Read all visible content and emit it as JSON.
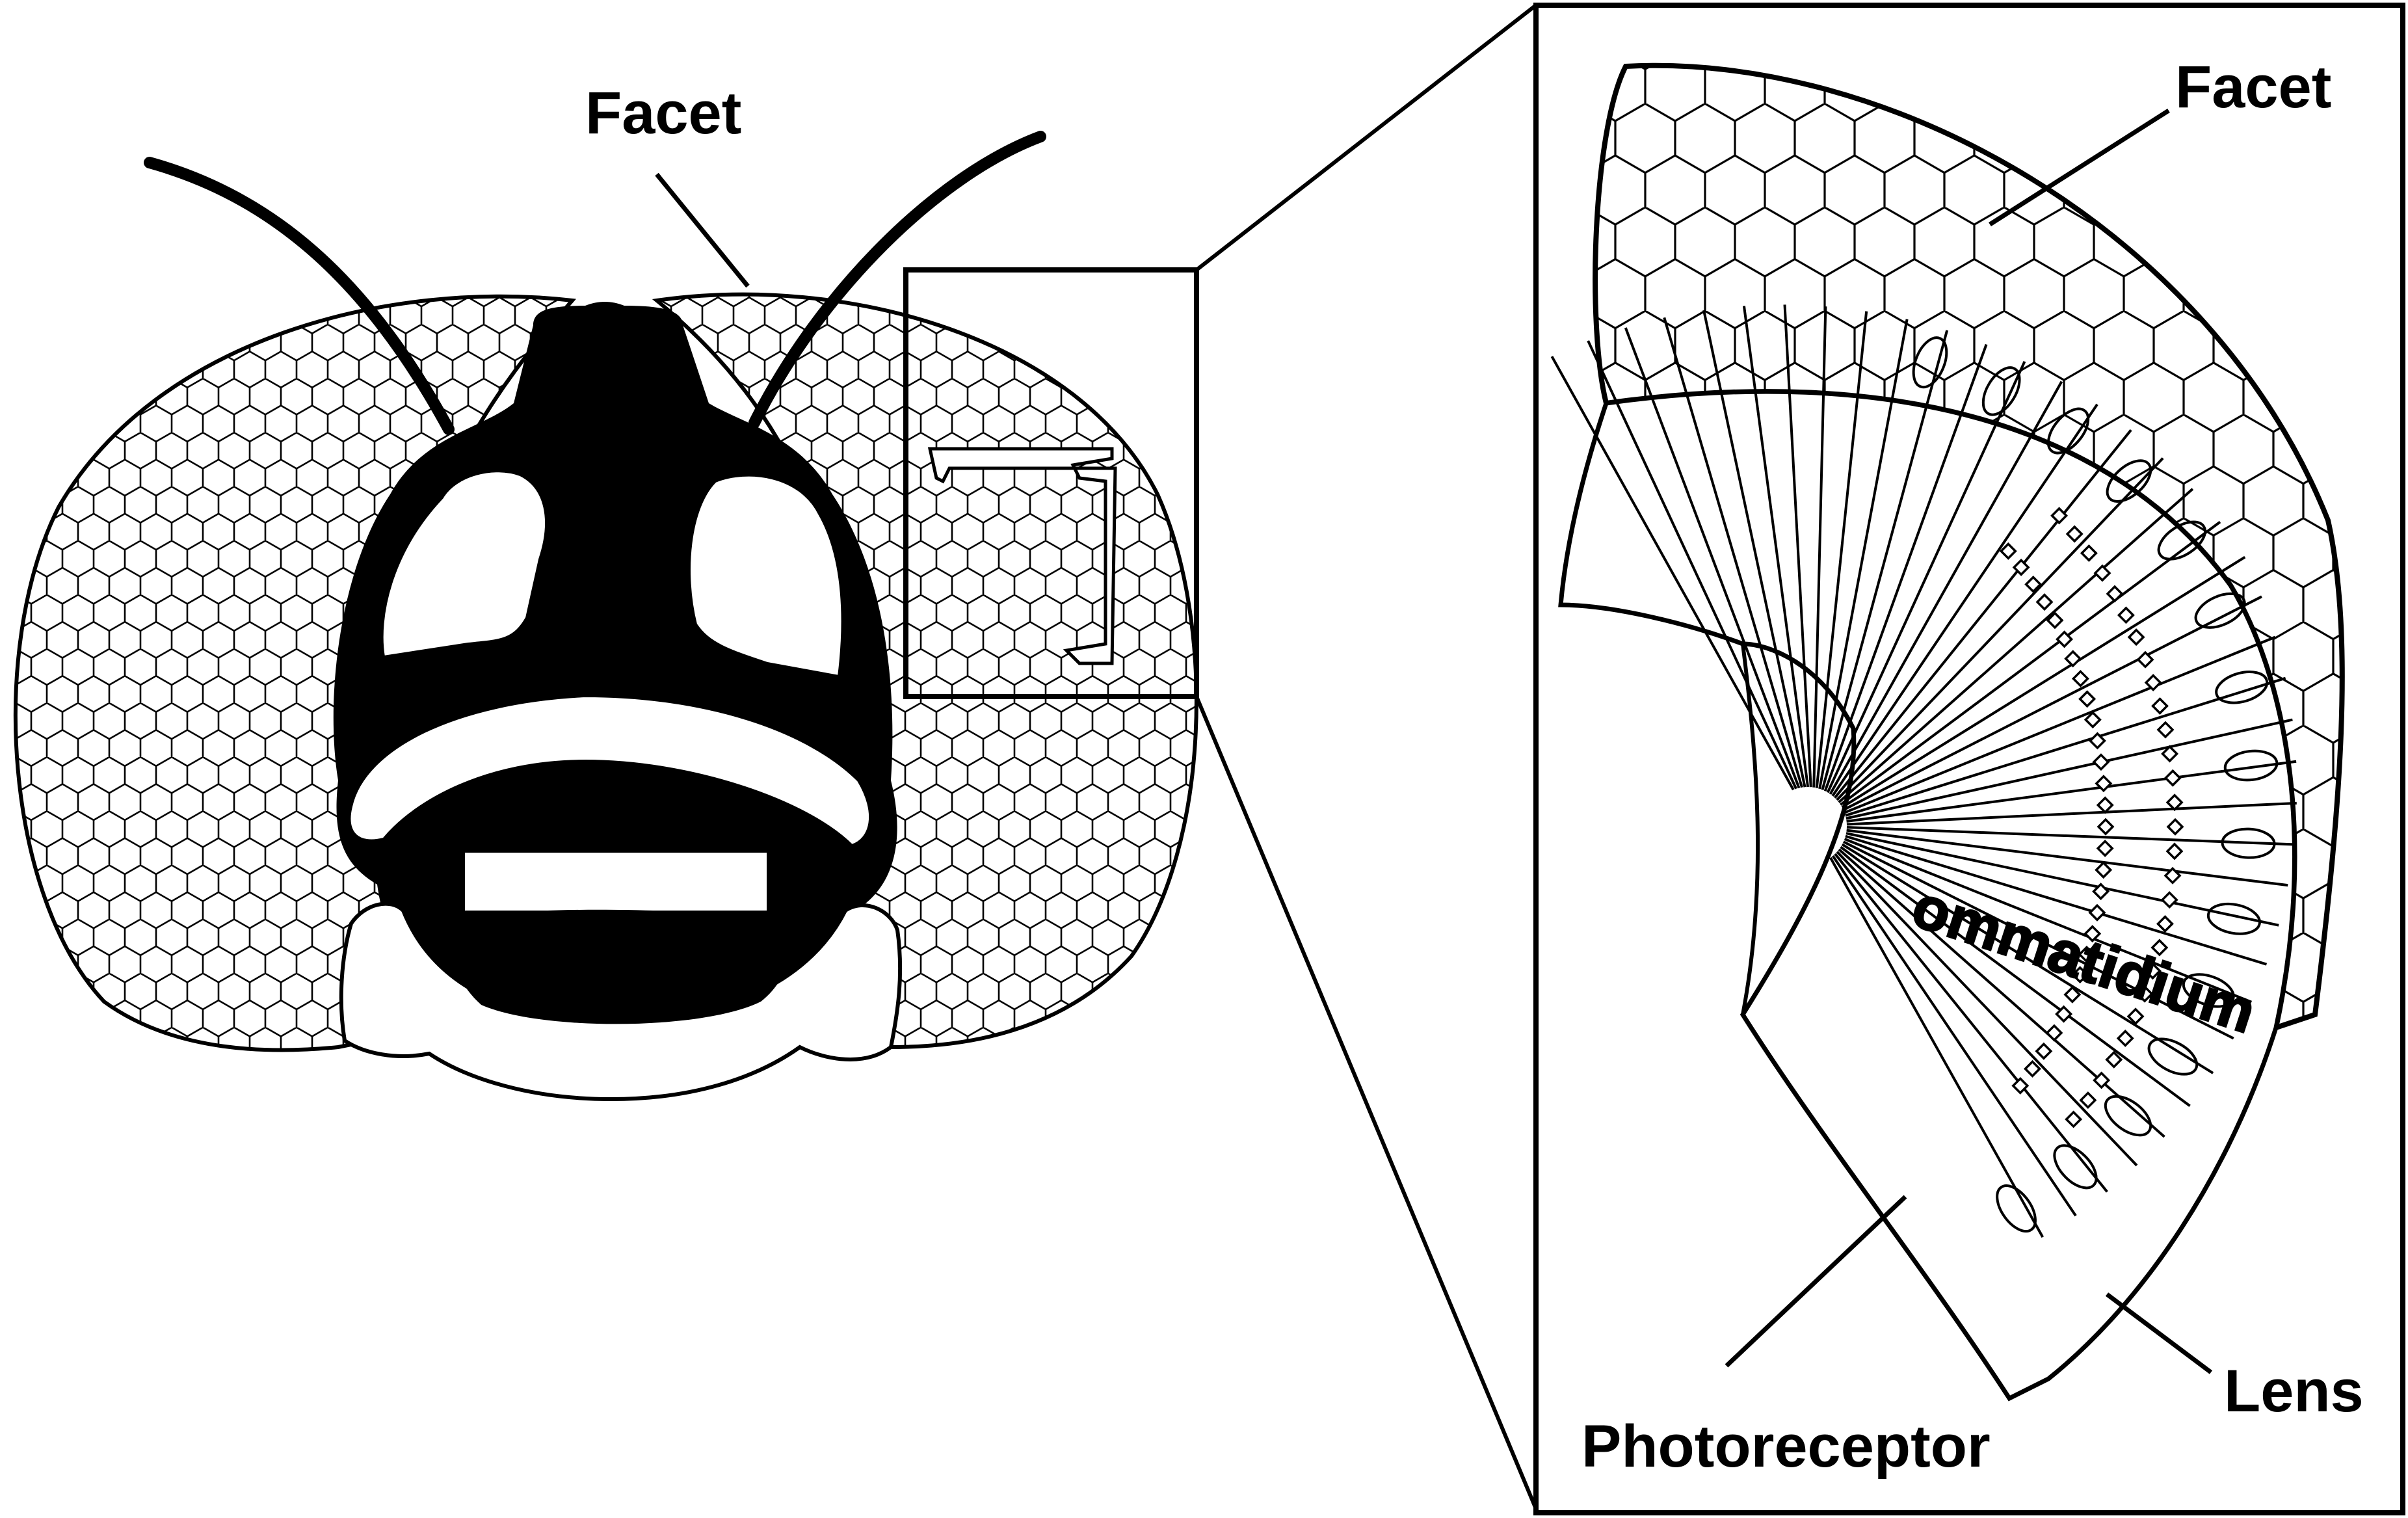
{
  "labels": {
    "head_facet": "Facet",
    "detail_facet": "Facet",
    "ommatidium": "ommatidium",
    "photoreceptor": "Photoreceptor",
    "lens": "Lens"
  },
  "colors": {
    "ink": "#000000",
    "paper": "#ffffff"
  }
}
